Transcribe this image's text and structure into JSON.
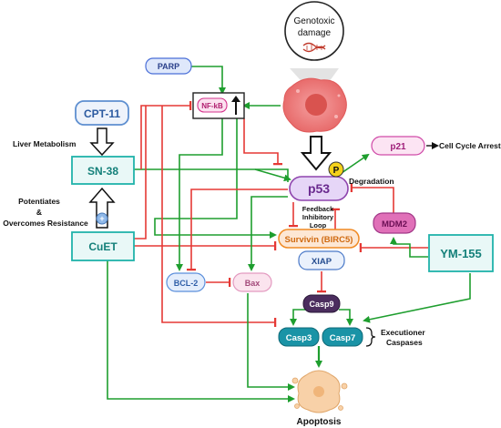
{
  "nodes": {
    "genotoxic": {
      "line1": "Genotoxic",
      "line2": "damage"
    },
    "parp": "PARP",
    "nfkb": "NF-kB",
    "cpt11": "CPT-11",
    "sn38": "SN-38",
    "cuet": "CuET",
    "p53": "p53",
    "p_marker": "P",
    "p21": "p21",
    "survivin": "Survivin (BIRC5)",
    "xiap": "XIAP",
    "mdm2": "MDM2",
    "ym155": "YM-155",
    "bcl2": "BCL-2",
    "bax": "Bax",
    "casp9": "Casp9",
    "casp3": "Casp3",
    "casp7": "Casp7"
  },
  "labels": {
    "liver_metabolism": "Liver Metabolism",
    "potentiates": "Potentiates",
    "ampersand": "&",
    "overcomes": "Overcomes Resistance",
    "cell_cycle_arrest": "Cell Cycle Arrest",
    "degradation": "Degradation",
    "feedback1": "Feedback",
    "feedback2": "Inhibitory",
    "feedback3": "Loop",
    "executioner": "Executioner",
    "caspases": "Caspases",
    "apoptosis": "Apoptosis"
  },
  "colors": {
    "activation": "#1e9e2e",
    "inhibition": "#e53935",
    "drug_box_border": "#20b2aa",
    "drug_box_fill": "#e9f8f7",
    "p53_fill": "#e6d6f7",
    "p53_border": "#8e44ad",
    "survivin_fill": "#fde7d4",
    "survivin_border": "#f08a24",
    "mdm2_fill": "#e070b8",
    "casp_fill": "#1a93a6",
    "casp9_fill": "#4b2d5e",
    "cell_fill": "#ef7f7f"
  },
  "icons": {
    "nfkb_up": "up-arrow-icon",
    "dna": "dna-icon",
    "plus": "plus-circle-icon"
  }
}
